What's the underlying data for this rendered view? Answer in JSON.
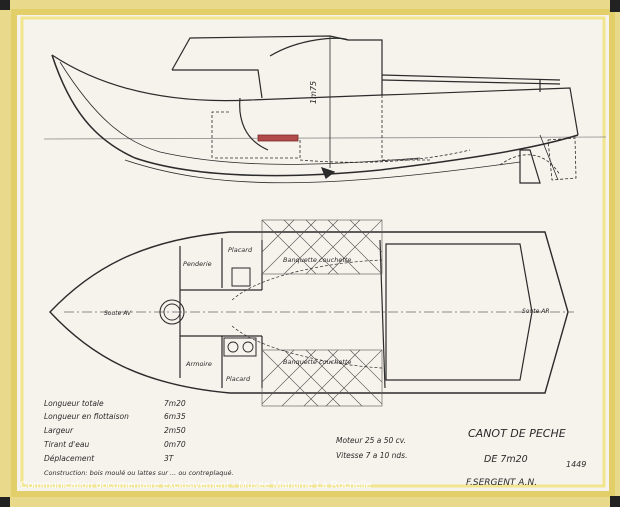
{
  "labels": {
    "height_mark": "1m75",
    "penderie": "Penderie",
    "placard_top": "Placard",
    "banquette_top": "Banquette couchette",
    "soute_av": "Soute AV",
    "soute_ar": "Soute AR",
    "armoire": "Armoire",
    "placard_bottom": "Placard",
    "banquette_bottom": "Banquette couchette"
  },
  "specs": [
    {
      "label": "Longueur totale",
      "value": "7m20"
    },
    {
      "label": "Longueur en flottaison",
      "value": "6m35"
    },
    {
      "label": "Largeur",
      "value": "2m50"
    },
    {
      "label": "Tirant d'eau",
      "value": "0m70"
    },
    {
      "label": "Déplacement",
      "value": "3T"
    }
  ],
  "engine": "Moteur 25 a 50 cv.",
  "speed": "Vitesse 7 a 10 nds.",
  "construction": "Construction: bois moulé ou lattes sur ... ou contreplaqué.",
  "title": "CANOT DE PECHE",
  "subtitle": "DE 7m20",
  "author": "F.SERGENT A.N.",
  "drawing_number": "1449",
  "watermark": "Communication documentaire exclusivement - Musee Maritime La Rochelle",
  "colors": {
    "paper_border": "#e9d98a",
    "paper": "#f6f2ec",
    "ink": "#2b2b2b",
    "tape": "#f0e27a",
    "accent": "#b24a4a"
  }
}
